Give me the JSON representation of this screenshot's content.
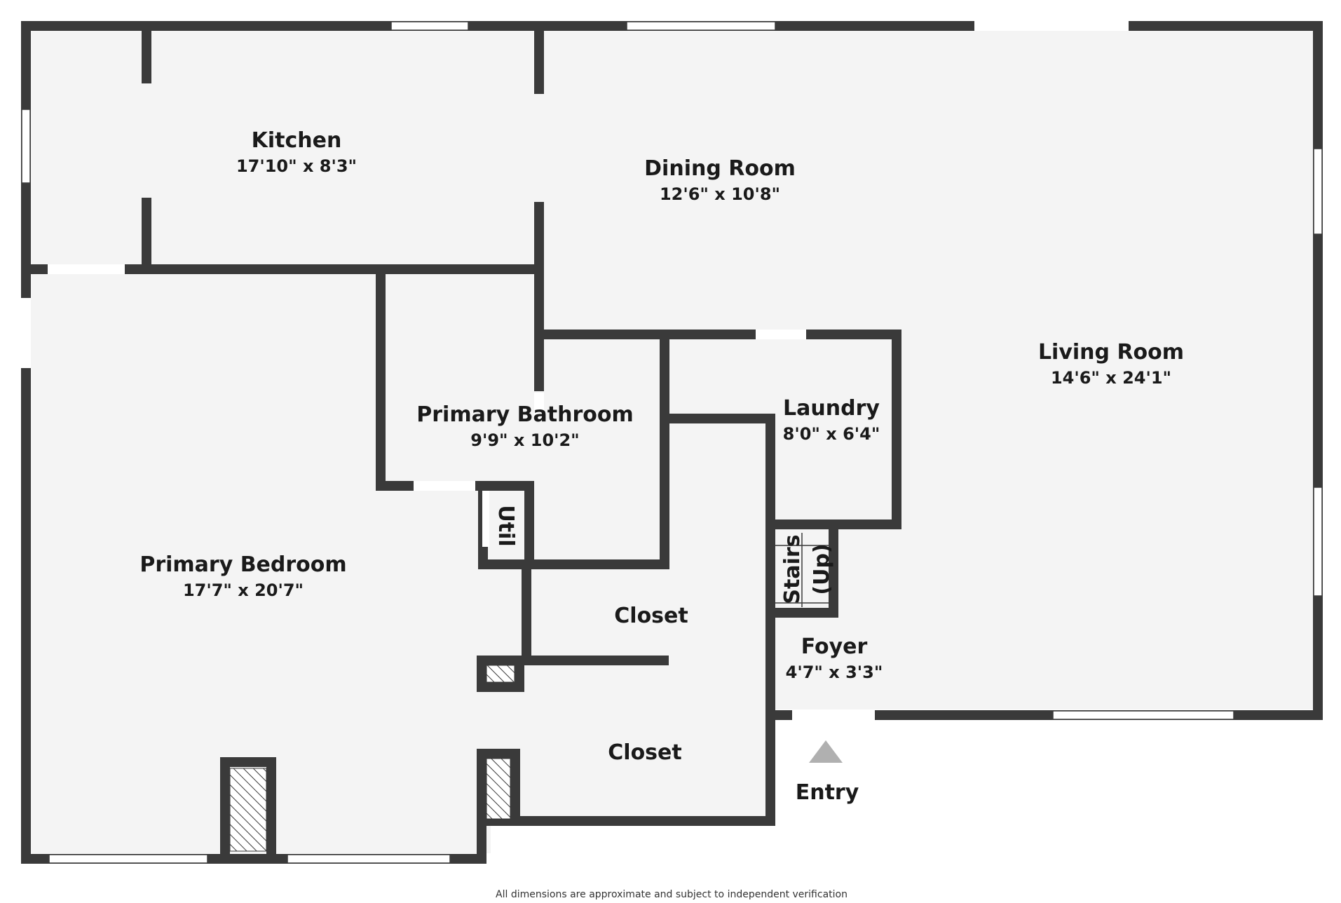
{
  "colors": {
    "wall": "#3a3a3a",
    "floor": "#f4f4f4",
    "background": "#ffffff",
    "entry_marker": "#b0b0b0"
  },
  "rooms": {
    "kitchen": {
      "name": "Kitchen",
      "dims": "17'10\" x 8'3\""
    },
    "dining_room": {
      "name": "Dining Room",
      "dims": "12'6\" x 10'8\""
    },
    "living_room": {
      "name": "Living Room",
      "dims": "14'6\" x 24'1\""
    },
    "primary_bathroom": {
      "name": "Primary Bathroom",
      "dims": "9'9\" x 10'2\""
    },
    "laundry": {
      "name": "Laundry",
      "dims": "8'0\" x 6'4\""
    },
    "primary_bedroom": {
      "name": "Primary Bedroom",
      "dims": "17'7\" x 20'7\""
    },
    "foyer": {
      "name": "Foyer",
      "dims": "4'7\" x 3'3\""
    },
    "closet_upper": {
      "name": "Closet"
    },
    "closet_lower": {
      "name": "Closet"
    },
    "util": {
      "name": "Util"
    },
    "stairs": {
      "name": "Stairs",
      "sub": "(Up)"
    }
  },
  "entry": {
    "label": "Entry",
    "icon": "triangle-up-icon"
  },
  "footer": {
    "disclaimer": "All dimensions are approximate and subject to independent verification"
  }
}
